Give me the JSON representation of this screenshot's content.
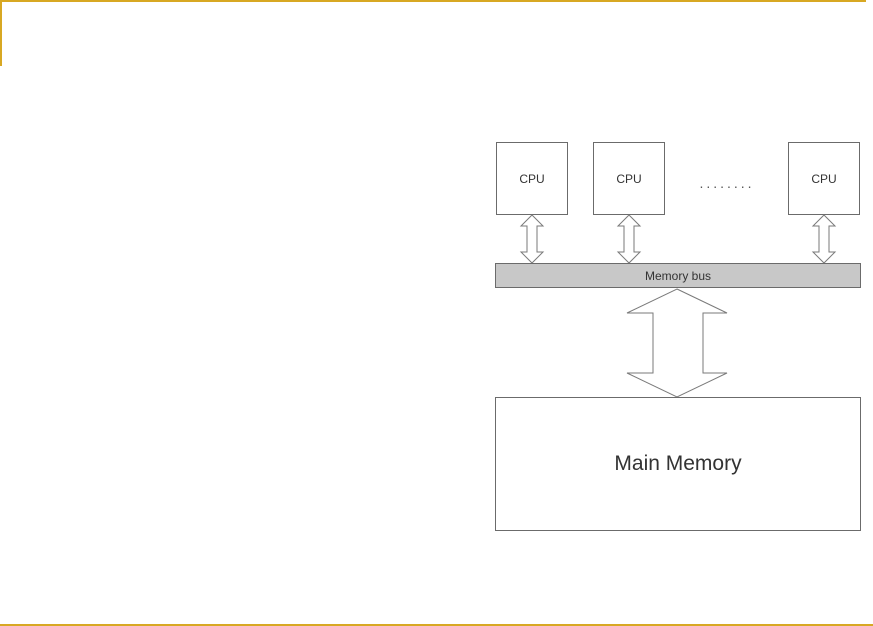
{
  "diagram": {
    "cpus": [
      {
        "label": "CPU"
      },
      {
        "label": "CPU"
      },
      {
        "label": "CPU"
      }
    ],
    "ellipsis": "........",
    "bus_label": "Memory bus",
    "memory_label": "Main Memory"
  },
  "colors": {
    "frame_accent": "#d8a823",
    "bus_fill": "#c8c8c8",
    "outline": "#6b6b6b"
  }
}
